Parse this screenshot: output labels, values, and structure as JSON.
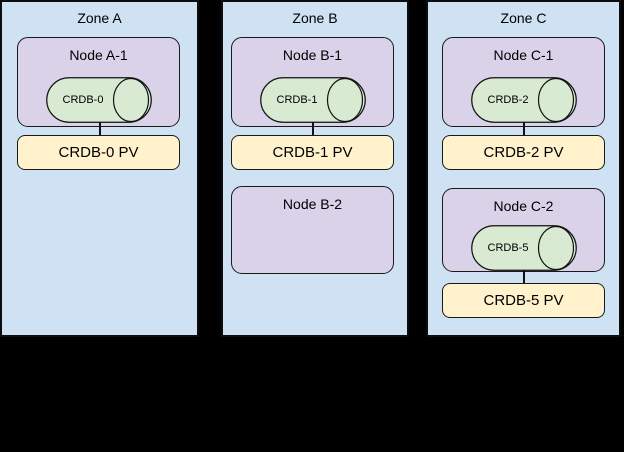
{
  "colors": {
    "background": "#000000",
    "zone_fill": "#cfe2f3",
    "node_fill": "#d9d2e9",
    "cylinder_fill": "#d9ead3",
    "pv_fill": "#fff2cc",
    "border": "#000000"
  },
  "zones": [
    {
      "label": "Zone A",
      "nodes": [
        {
          "label": "Node A-1",
          "cylinder": "CRDB-0",
          "pv": "CRDB-0 PV"
        }
      ]
    },
    {
      "label": "Zone B",
      "nodes": [
        {
          "label": "Node B-1",
          "cylinder": "CRDB-1",
          "pv": "CRDB-1 PV"
        },
        {
          "label": "Node B-2"
        }
      ]
    },
    {
      "label": "Zone C",
      "nodes": [
        {
          "label": "Node C-1",
          "cylinder": "CRDB-2",
          "pv": "CRDB-2 PV"
        },
        {
          "label": "Node C-2",
          "cylinder": "CRDB-5",
          "pv": "CRDB-5 PV"
        }
      ]
    }
  ]
}
